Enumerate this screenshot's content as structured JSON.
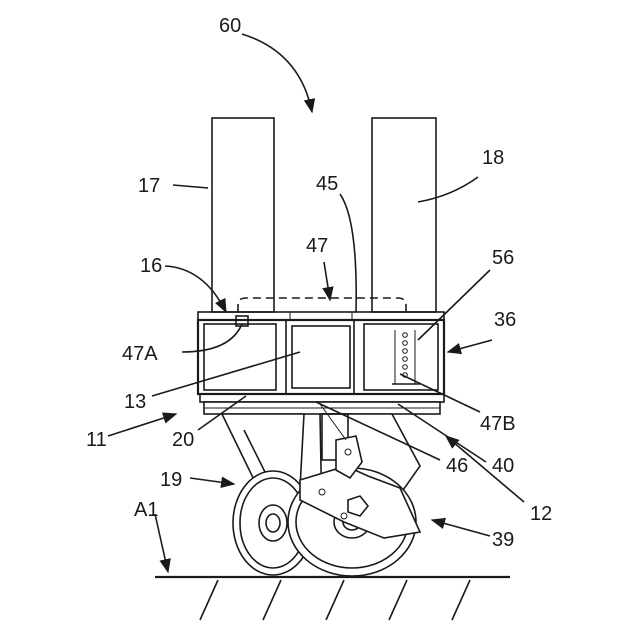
{
  "figure": {
    "labels": [
      {
        "id": "label-60",
        "text": "60"
      },
      {
        "id": "label-17",
        "text": "17"
      },
      {
        "id": "label-18",
        "text": "18"
      },
      {
        "id": "label-45",
        "text": "45"
      },
      {
        "id": "label-47",
        "text": "47"
      },
      {
        "id": "label-16",
        "text": "16"
      },
      {
        "id": "label-56",
        "text": "56"
      },
      {
        "id": "label-36",
        "text": "36"
      },
      {
        "id": "label-47A",
        "text": "47A"
      },
      {
        "id": "label-13",
        "text": "13"
      },
      {
        "id": "label-47B",
        "text": "47B"
      },
      {
        "id": "label-11",
        "text": "11"
      },
      {
        "id": "label-20",
        "text": "20"
      },
      {
        "id": "label-46",
        "text": "46"
      },
      {
        "id": "label-40",
        "text": "40"
      },
      {
        "id": "label-19",
        "text": "19"
      },
      {
        "id": "label-12",
        "text": "12"
      },
      {
        "id": "label-A1",
        "text": "A1"
      },
      {
        "id": "label-39",
        "text": "39"
      }
    ]
  }
}
